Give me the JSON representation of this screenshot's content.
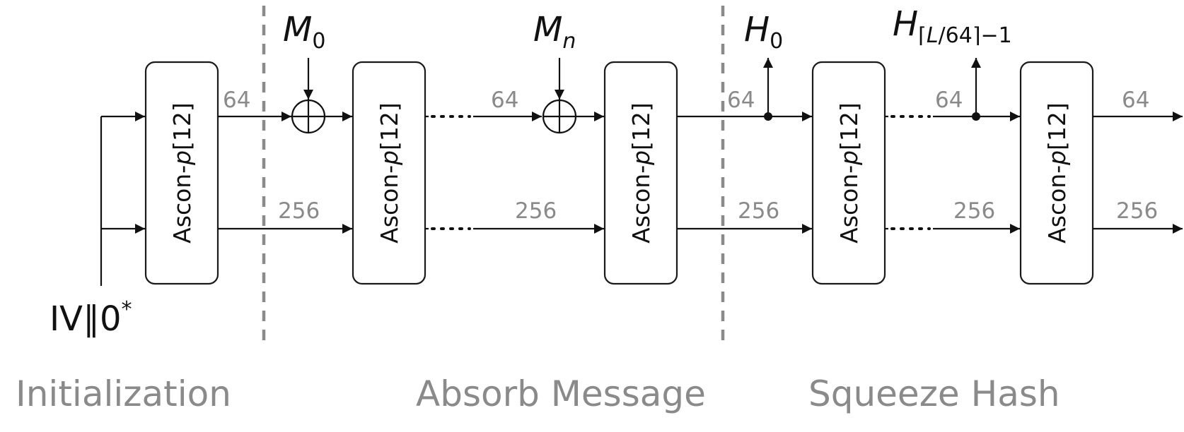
{
  "permutation": {
    "name": "Ascon-",
    "variable": "p",
    "rounds": "[12]"
  },
  "widths": {
    "rate": "64",
    "capacity": "256"
  },
  "inputs": {
    "iv_main": "IV",
    "iv_concat": "∥",
    "iv_zero": "0",
    "iv_star": "*",
    "m0_letter": "M",
    "m0_sub": "0",
    "mn_letter": "M",
    "mn_sub": "n"
  },
  "outputs": {
    "h0_letter": "H",
    "h0_sub": "0",
    "hlast_letter": "H",
    "hlast_sub_pre": "⌈",
    "hlast_sub_var": "L",
    "hlast_sub_post": "/64⌉−1"
  },
  "phases": {
    "initialization": "Initialization",
    "absorb": "Absorb Message",
    "squeeze": "Squeeze Hash"
  }
}
